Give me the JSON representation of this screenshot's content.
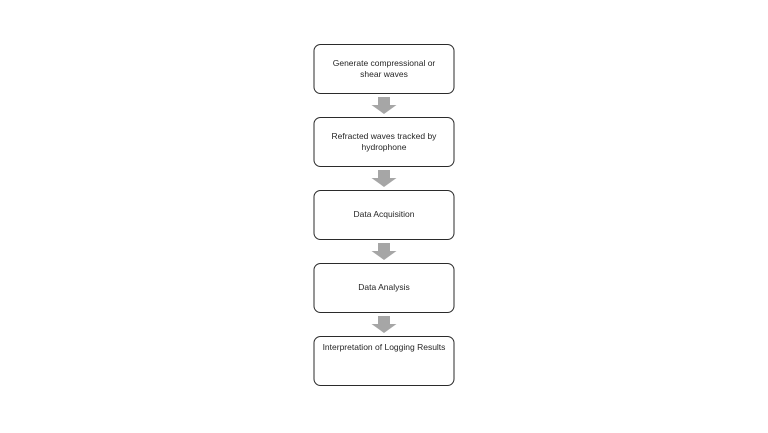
{
  "flowchart": {
    "boxes": [
      {
        "id": "generate-waves",
        "lines": [
          "Generate compressional or",
          "shear waves"
        ]
      },
      {
        "id": "refracted-waves",
        "lines": [
          "Refracted waves tracked by",
          "hydrophone"
        ]
      },
      {
        "id": "data-acquisition",
        "lines": [
          "Data Acquisition"
        ]
      },
      {
        "id": "data-analysis",
        "lines": [
          "Data Analysis"
        ]
      },
      {
        "id": "interpretation",
        "lines": [
          "Interpretation of Logging Results"
        ]
      }
    ],
    "colors": {
      "background": "#ffffff",
      "box_fill": "#ffffff",
      "box_border": "#2b2b2b",
      "text": "#262626",
      "arrow": "#a6a6a6"
    }
  }
}
